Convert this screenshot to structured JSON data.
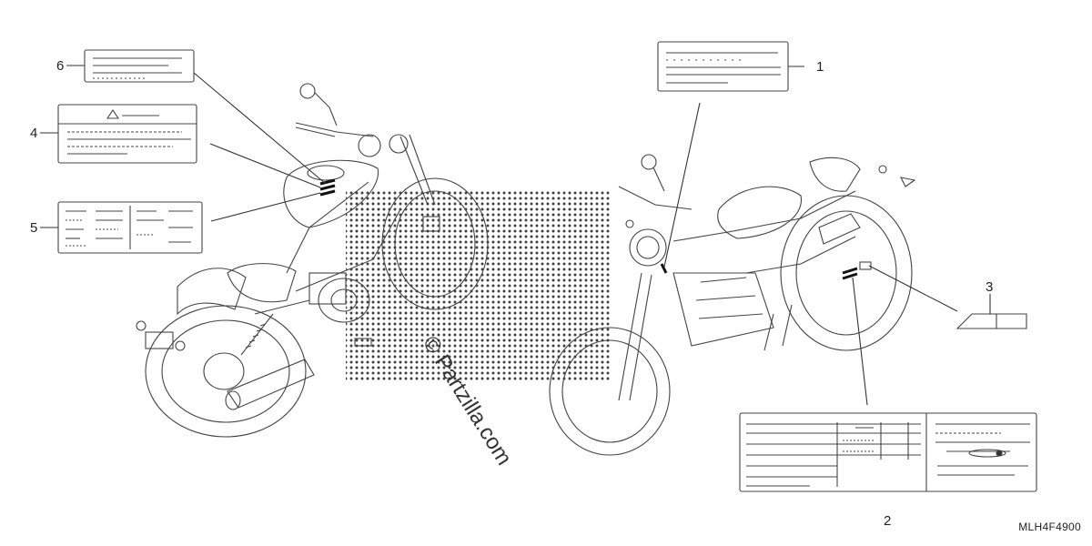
{
  "callouts": {
    "c1": "1",
    "c2": "2",
    "c3": "3",
    "c4": "4",
    "c5": "5",
    "c6": "6"
  },
  "diagram_code": "MLH4F4900",
  "watermark": "© Partzilla.com"
}
